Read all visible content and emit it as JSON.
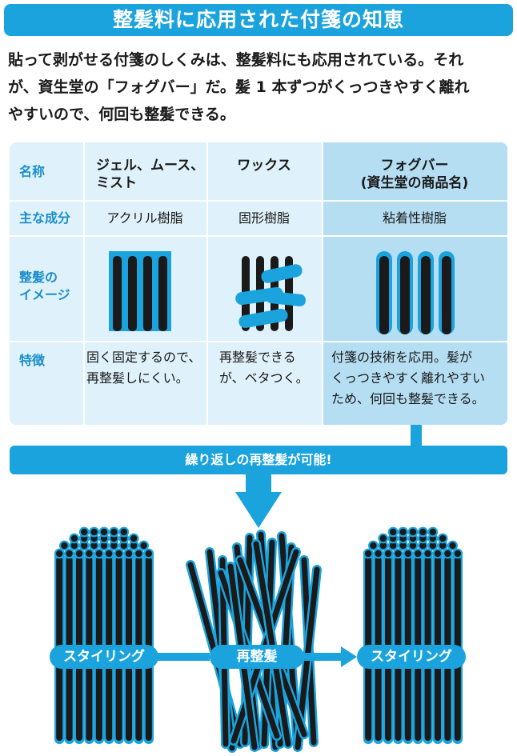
{
  "title": "整髪料に応用された付箋の知恵",
  "intro": {
    "lines": [
      "貼って剥がせる付箋のしくみは、整髪料にも応用されている。それ",
      "が、資生堂の「フォグバー」だ。髪 1 本ずつがくっつきやすく離れ",
      "やすいので、何回も整髪できる。"
    ]
  },
  "table": {
    "row_labels": {
      "name": "名称",
      "ingredient": "主な成分",
      "image": [
        "整髪の",
        "イメージ"
      ],
      "feature": "特徴"
    },
    "columns": [
      {
        "name": [
          "ジェル、ムース、",
          "ミスト"
        ],
        "ingredient": "アクリル樹脂",
        "feature": [
          "固く固定するので、",
          "再整髪しにくい。"
        ]
      },
      {
        "name": [
          "ワックス"
        ],
        "ingredient": "固形樹脂",
        "feature": [
          "再整髪できる",
          "が、ベタつく。"
        ]
      },
      {
        "name": [
          "フォグバー",
          "(資生堂の商品名)"
        ],
        "ingredient": "粘着性樹脂",
        "feature": [
          "付箋の技術を応用。髪が",
          "くっつきやすく離れやすい",
          "ため、何回も整髪できる。"
        ]
      }
    ]
  },
  "banner": "繰り返しの再整髪が可能!",
  "flow": {
    "left": "スタイリング",
    "middle": "再整髪",
    "right": "スタイリング"
  },
  "colors": {
    "accent": "#1ba3dd",
    "table_bg": "#dff1fa",
    "highlight_col": "#b5def3",
    "hair": "#1a1a1a"
  }
}
